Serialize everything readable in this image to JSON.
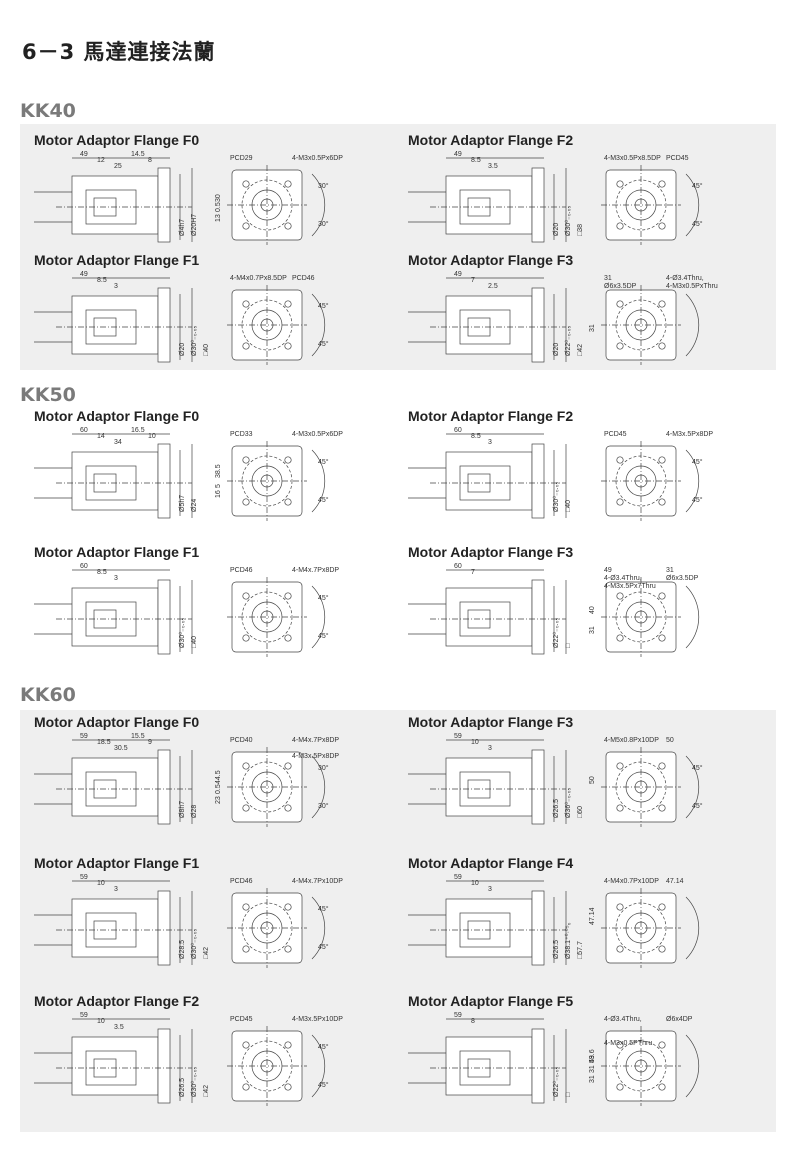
{
  "page_title": "6－3 馬達連接法蘭",
  "sections": [
    {
      "series": "KK40",
      "flanges": [
        {
          "title": "Motor Adaptor Flange F0",
          "side_labels": [
            "49",
            "12",
            "25",
            "14.5",
            "8"
          ],
          "vert_labels": [
            "Ø4h7",
            "Ø20H7"
          ],
          "front_labels": [
            "PCD29",
            "4-M3x0.5Px6DP",
            "30",
            "13",
            "0.5",
            "30°",
            "30°"
          ]
        },
        {
          "title": "Motor Adaptor Flange F2",
          "side_labels": [
            "49",
            "8.5",
            "3.5"
          ],
          "vert_labels": [
            "Ø20",
            "Ø30⁰₋₀.₀₅",
            "□38"
          ],
          "front_labels": [
            "4-M3x0.5Px8.5DP",
            "PCD45",
            "45°",
            "45°"
          ]
        },
        {
          "title": "Motor Adaptor Flange F1",
          "side_labels": [
            "49",
            "8.5",
            "3"
          ],
          "vert_labels": [
            "Ø20",
            "Ø30⁰₋₀.₀₅",
            "□40"
          ],
          "front_labels": [
            "4-M4x0.7Px8.5DP",
            "PCD46",
            "45°",
            "45°"
          ]
        },
        {
          "title": "Motor Adaptor Flange F3",
          "side_labels": [
            "49",
            "7",
            "2.5"
          ],
          "vert_labels": [
            "Ø20",
            "Ø22⁰₋₀.₀₅",
            "□42"
          ],
          "front_labels": [
            "31",
            "4-Ø3.4Thru,",
            "Ø6x3.5DP",
            "4-M3x0.5PxThru",
            "31"
          ]
        }
      ]
    },
    {
      "series": "KK50",
      "flanges": [
        {
          "title": "Motor Adaptor Flange F0",
          "side_labels": [
            "60",
            "14",
            "34",
            "16.5",
            "10"
          ],
          "vert_labels": [
            "Ø5h7",
            "Ø24"
          ],
          "front_labels": [
            "PCD33",
            "4-M3x0.5Px6DP",
            "38.5",
            "16",
            "5",
            "45°",
            "45°"
          ]
        },
        {
          "title": "Motor Adaptor Flange F2",
          "side_labels": [
            "60",
            "8.5",
            "3"
          ],
          "vert_labels": [
            "Ø30⁰₋₀.₀₅",
            "□40"
          ],
          "front_labels": [
            "PCD45",
            "4-M3x.5Px8DP",
            "45°",
            "45°"
          ]
        },
        {
          "title": "Motor Adaptor Flange F1",
          "side_labels": [
            "60",
            "8.5",
            "3"
          ],
          "vert_labels": [
            "Ø30⁰₋₀.₀₅",
            "□40"
          ],
          "front_labels": [
            "PCD46",
            "4-M4x.7Px8DP",
            "45°",
            "45°"
          ]
        },
        {
          "title": "Motor Adaptor Flange F3",
          "side_labels": [
            "60",
            "7"
          ],
          "vert_labels": [
            "Ø22⁰₋₀.₀₅",
            "□"
          ],
          "front_labels": [
            "49",
            "31",
            "4-Ø3.4Thru,",
            "Ø6x3.5DP",
            "4-M3x.5Px7Thru",
            "40",
            "31"
          ]
        }
      ]
    },
    {
      "series": "KK60",
      "flanges": [
        {
          "title": "Motor Adaptor Flange F0",
          "side_labels": [
            "59",
            "18.5",
            "30.5",
            "15.5",
            "9"
          ],
          "vert_labels": [
            "Ø8h7",
            "Ø28"
          ],
          "front_labels": [
            "PCD40",
            "4-M4x.7Px8DP",
            "44.5",
            "23",
            "0.5",
            "4-M3x.5Px8DP",
            "30°",
            "30°"
          ]
        },
        {
          "title": "Motor Adaptor Flange F3",
          "side_labels": [
            "59",
            "10",
            "3"
          ],
          "vert_labels": [
            "Ø26.5",
            "Ø36⁰₋₀.₀₅",
            "□60"
          ],
          "front_labels": [
            "4-M5x0.8Px10DP",
            "50",
            "50",
            "45°",
            "45°"
          ]
        },
        {
          "title": "Motor Adaptor Flange F1",
          "side_labels": [
            "59",
            "10",
            "3"
          ],
          "vert_labels": [
            "Ø28.5",
            "Ø30⁰₋₀.₀₅",
            "□42"
          ],
          "front_labels": [
            "PCD46",
            "4-M4x.7Px10DP",
            "45°",
            "45°"
          ]
        },
        {
          "title": "Motor Adaptor Flange F4",
          "side_labels": [
            "59",
            "10",
            "3"
          ],
          "vert_labels": [
            "Ø26.5",
            "Ø38.1⁺⁰·⁰⁵₀",
            "□57.7"
          ],
          "front_labels": [
            "4-M4x0.7Px10DP",
            "47.14",
            "47.14"
          ]
        },
        {
          "title": "Motor Adaptor Flange F2",
          "side_labels": [
            "59",
            "10",
            "3.5"
          ],
          "vert_labels": [
            "Ø26.5",
            "Ø30⁰₋₀.₀₅",
            "□42"
          ],
          "front_labels": [
            "PCD45",
            "4-M3x.5Px10DP",
            "45°",
            "45°"
          ]
        },
        {
          "title": "Motor Adaptor Flange F5",
          "side_labels": [
            "59",
            "8"
          ],
          "vert_labels": [
            "Ø22⁰₋₀.₀₅",
            "□"
          ],
          "front_labels": [
            "4-Ø3.4Thru,",
            "Ø6x4DP",
            "59.6",
            "31",
            "31",
            "43",
            "4-M3x0.5PThru"
          ]
        }
      ]
    }
  ]
}
